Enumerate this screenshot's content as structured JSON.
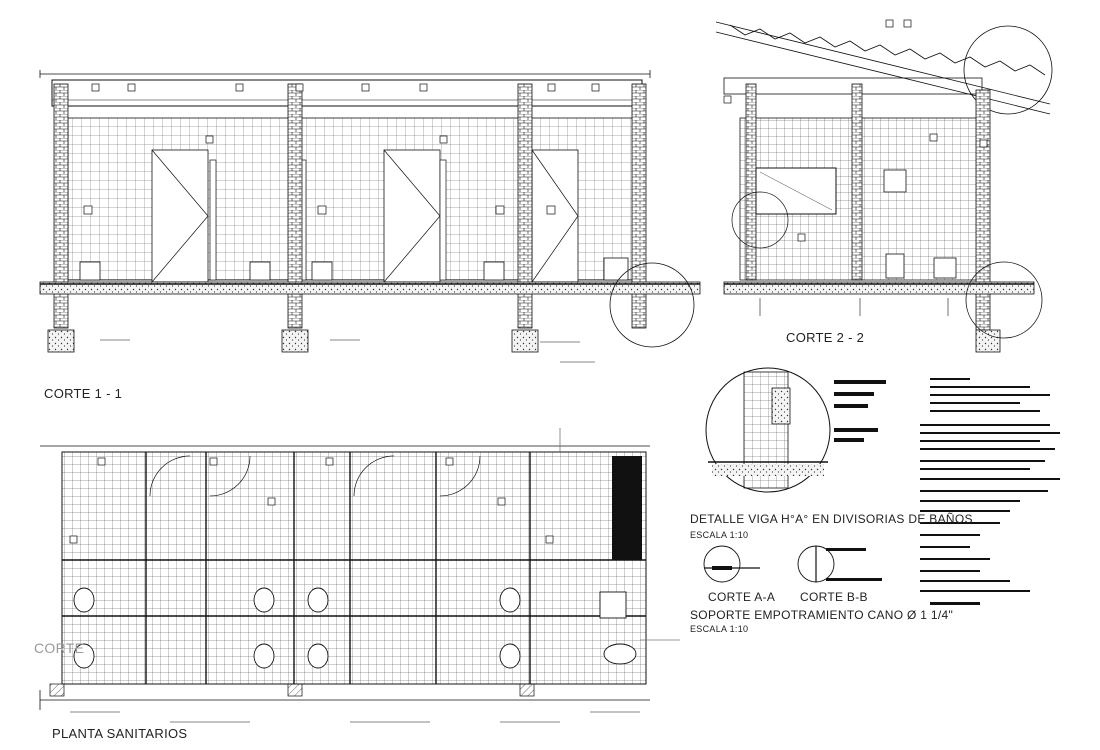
{
  "sheet": {
    "elevation_1_title": "CORTE 1 - 1",
    "elevation_2_title": "CORTE 2 - 2",
    "plan_title": "PLANTA SANITARIOS",
    "section_cut_label": "CORTE",
    "detail_title": "DETALLE VIGA H°A° EN DIVISORIAS DE BAÑOS",
    "detail_scale": "ESCALA 1:10",
    "support_title": "SOPORTE EMPOTRAMIENTO CANO Ø 1 1/4\"",
    "support_scale": "ESCALA 1:10",
    "section_a_label": "CORTE A-A",
    "section_b_label": "CORTE B-B"
  }
}
